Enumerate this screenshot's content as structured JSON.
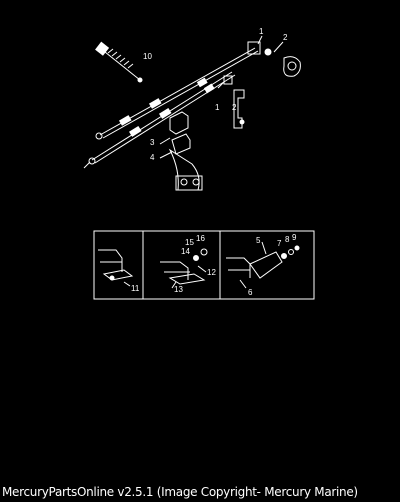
{
  "callouts": {
    "top": [
      "1",
      "2",
      "10",
      "1",
      "2",
      "3",
      "4"
    ],
    "box1": [
      "11"
    ],
    "box2": [
      "15",
      "16",
      "14",
      "12",
      "13"
    ],
    "box3": [
      "5",
      "7",
      "8",
      "9",
      "6"
    ]
  },
  "caption": "MercuryPartsOnline v2.5.1 (Image Copyright- Mercury Marine)"
}
